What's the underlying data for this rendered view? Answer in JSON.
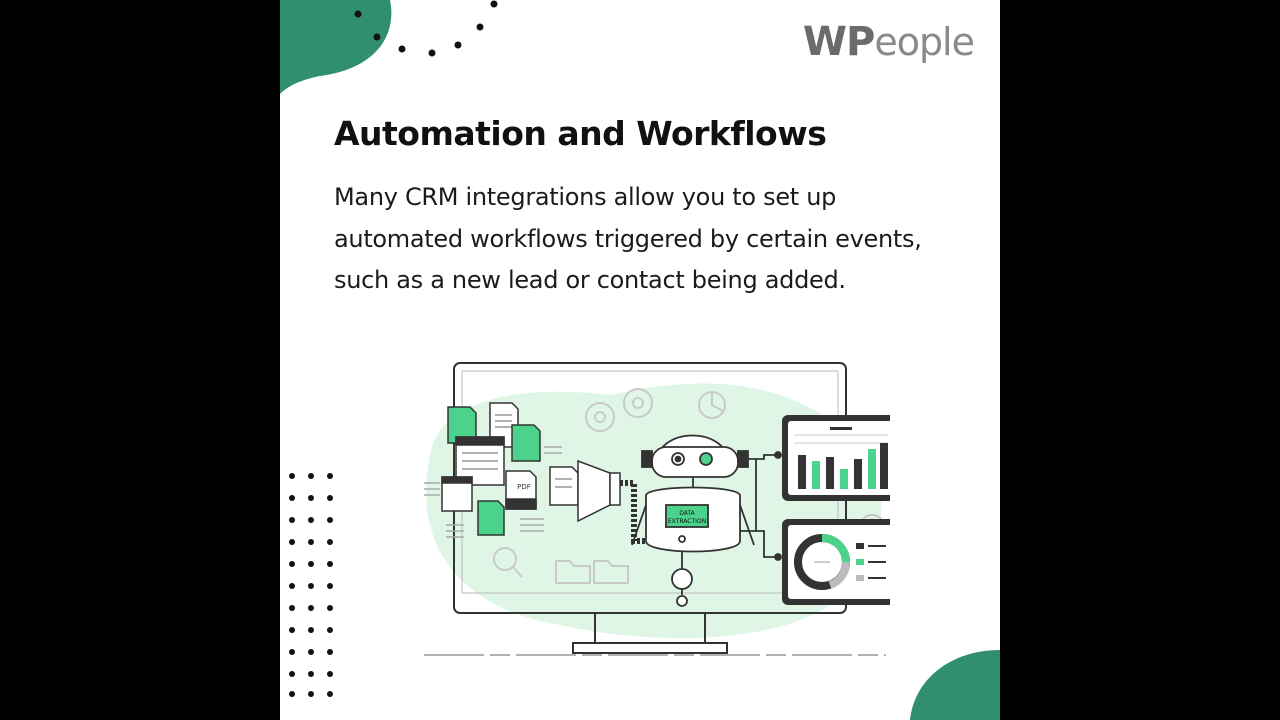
{
  "brand": {
    "logo_text_bold": "WP",
    "logo_text_rest": "eople",
    "accent_color": "#2f8f6e",
    "illustration_green": "#4cd38b",
    "illustration_bg": "#dff6e6"
  },
  "slide": {
    "heading": "Automation and Workflows",
    "body": "Many CRM integrations allow you to set up automated workflows triggered by certain events, such as a new lead or contact being added."
  },
  "illustration": {
    "robot_label_line1": "DATA",
    "robot_label_line2": "EXTRACTION",
    "file_label": "PDF",
    "icons": [
      "monitor-icon",
      "robot-icon",
      "bar-chart-icon",
      "donut-chart-icon",
      "document-icon",
      "gear-icon",
      "magnifier-icon",
      "folder-icon"
    ]
  }
}
